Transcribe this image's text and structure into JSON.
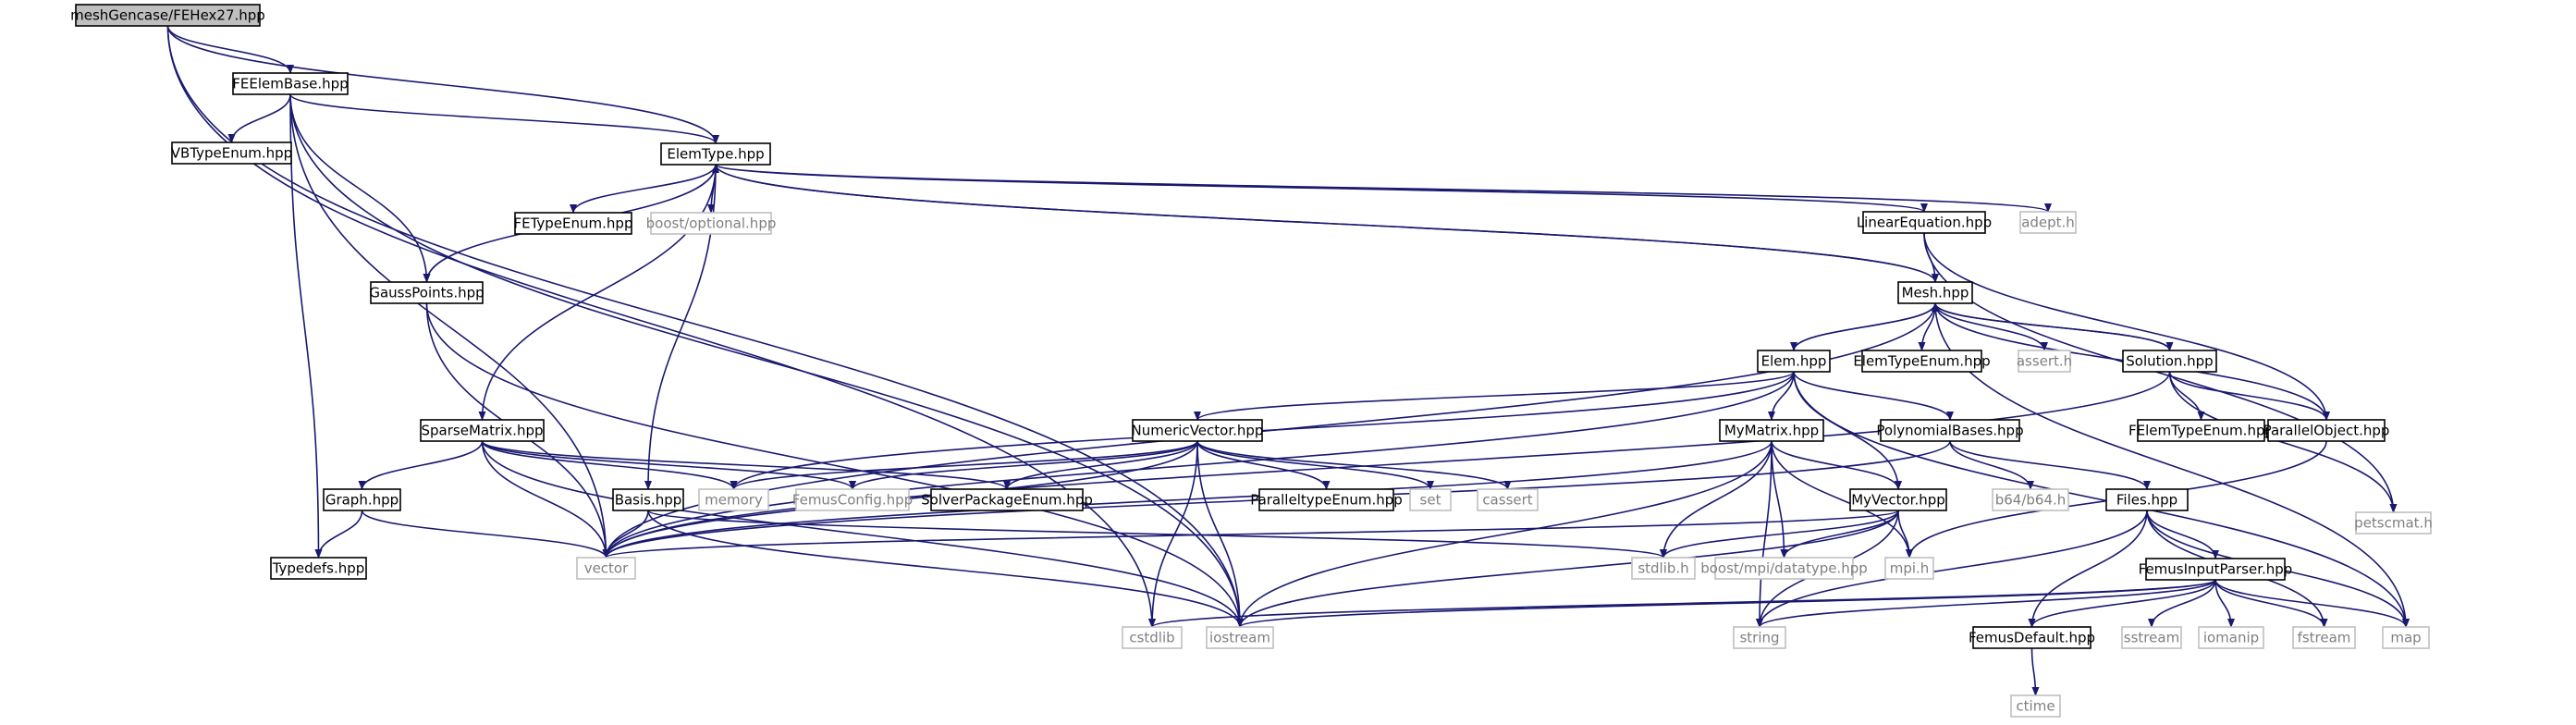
{
  "diagram": {
    "colors": {
      "edge": "#191970",
      "root_fill": "#bfbfbf",
      "box_stroke": "#000000",
      "external_stroke": "#bfbfbf",
      "external_text": "#808080"
    },
    "nodes": [
      {
        "id": "n_root",
        "label": "meshGencase/FEHex27.hpp",
        "kind": "root"
      },
      {
        "id": "n_feelembase",
        "label": "FEElemBase.hpp",
        "kind": "file"
      },
      {
        "id": "n_vbtype",
        "label": "VBTypeEnum.hpp",
        "kind": "file"
      },
      {
        "id": "n_elemtype",
        "label": "ElemType.hpp",
        "kind": "file"
      },
      {
        "id": "n_fetypeenum",
        "label": "FETypeEnum.hpp",
        "kind": "file"
      },
      {
        "id": "n_boostopt",
        "label": "boost/optional.hpp",
        "kind": "external"
      },
      {
        "id": "n_lineareq",
        "label": "LinearEquation.hpp",
        "kind": "file"
      },
      {
        "id": "n_adepth",
        "label": "adept.h",
        "kind": "external"
      },
      {
        "id": "n_gausspts",
        "label": "GaussPoints.hpp",
        "kind": "file"
      },
      {
        "id": "n_mesh",
        "label": "Mesh.hpp",
        "kind": "file"
      },
      {
        "id": "n_elem",
        "label": "Elem.hpp",
        "kind": "file"
      },
      {
        "id": "n_elemtypeenum",
        "label": "ElemTypeEnum.hpp",
        "kind": "file"
      },
      {
        "id": "n_asserth",
        "label": "assert.h",
        "kind": "external"
      },
      {
        "id": "n_solution",
        "label": "Solution.hpp",
        "kind": "file"
      },
      {
        "id": "n_petscmat",
        "label": "petscmat.h",
        "kind": "external"
      },
      {
        "id": "n_sparsematrix",
        "label": "SparseMatrix.hpp",
        "kind": "file"
      },
      {
        "id": "n_numvec",
        "label": "NumericVector.hpp",
        "kind": "file"
      },
      {
        "id": "n_mymatrix",
        "label": "MyMatrix.hpp",
        "kind": "file"
      },
      {
        "id": "n_polybases",
        "label": "PolynomialBases.hpp",
        "kind": "file"
      },
      {
        "id": "n_felemtypeenum",
        "label": "FElemTypeEnum.hpp",
        "kind": "file"
      },
      {
        "id": "n_parobj",
        "label": "ParallelObject.hpp",
        "kind": "file"
      },
      {
        "id": "n_graph",
        "label": "Graph.hpp",
        "kind": "file"
      },
      {
        "id": "n_memory",
        "label": "memory",
        "kind": "external"
      },
      {
        "id": "n_femusconfig",
        "label": "FemusConfig.hpp",
        "kind": "external"
      },
      {
        "id": "n_solverpkg",
        "label": "SolverPackageEnum.hpp",
        "kind": "file"
      },
      {
        "id": "n_partype",
        "label": "ParalleltypeEnum.hpp",
        "kind": "file"
      },
      {
        "id": "n_set",
        "label": "set",
        "kind": "external"
      },
      {
        "id": "n_cassert",
        "label": "cassert",
        "kind": "external"
      },
      {
        "id": "n_b64",
        "label": "b64/b64.h",
        "kind": "external"
      },
      {
        "id": "n_basis",
        "label": "Basis.hpp",
        "kind": "file"
      },
      {
        "id": "n_myvector",
        "label": "MyVector.hpp",
        "kind": "file"
      },
      {
        "id": "n_files",
        "label": "Files.hpp",
        "kind": "file"
      },
      {
        "id": "n_typedefs",
        "label": "Typedefs.hpp",
        "kind": "file"
      },
      {
        "id": "n_vector",
        "label": "vector",
        "kind": "external"
      },
      {
        "id": "n_stdlib",
        "label": "stdlib.h",
        "kind": "external"
      },
      {
        "id": "n_mpidt",
        "label": "boost/mpi/datatype.hpp",
        "kind": "external"
      },
      {
        "id": "n_mpih",
        "label": "mpi.h",
        "kind": "external"
      },
      {
        "id": "n_femusinput",
        "label": "FemusInputParser.hpp",
        "kind": "file"
      },
      {
        "id": "n_cstdlib",
        "label": "cstdlib",
        "kind": "external"
      },
      {
        "id": "n_iostream",
        "label": "iostream",
        "kind": "external"
      },
      {
        "id": "n_string",
        "label": "string",
        "kind": "external"
      },
      {
        "id": "n_femusdefault",
        "label": "FemusDefault.hpp",
        "kind": "file"
      },
      {
        "id": "n_sstream",
        "label": "sstream",
        "kind": "external"
      },
      {
        "id": "n_iomanip",
        "label": "iomanip",
        "kind": "external"
      },
      {
        "id": "n_fstream",
        "label": "fstream",
        "kind": "external"
      },
      {
        "id": "n_map",
        "label": "map",
        "kind": "external"
      },
      {
        "id": "n_ctime",
        "label": "ctime",
        "kind": "external"
      }
    ],
    "edges": [
      [
        "n_root",
        "n_feelembase"
      ],
      [
        "n_root",
        "n_elemtype"
      ],
      [
        "n_root",
        "n_iostream"
      ],
      [
        "n_root",
        "n_cstdlib"
      ],
      [
        "n_feelembase",
        "n_vbtype"
      ],
      [
        "n_feelembase",
        "n_elemtype"
      ],
      [
        "n_feelembase",
        "n_gausspts"
      ],
      [
        "n_feelembase",
        "n_typedefs"
      ],
      [
        "n_feelembase",
        "n_vector"
      ],
      [
        "n_feelembase",
        "n_iostream"
      ],
      [
        "n_elemtype",
        "n_fetypeenum"
      ],
      [
        "n_elemtype",
        "n_boostopt"
      ],
      [
        "n_elemtype",
        "n_lineareq"
      ],
      [
        "n_elemtype",
        "n_adepth"
      ],
      [
        "n_elemtype",
        "n_mesh"
      ],
      [
        "n_elemtype",
        "n_gausspts"
      ],
      [
        "n_elemtype",
        "n_sparsematrix"
      ],
      [
        "n_elemtype",
        "n_basis"
      ],
      [
        "n_lineareq",
        "n_mesh"
      ],
      [
        "n_lineareq",
        "n_parobj"
      ],
      [
        "n_lineareq",
        "n_petscmat"
      ],
      [
        "n_gausspts",
        "n_vector"
      ],
      [
        "n_gausspts",
        "n_iostream"
      ],
      [
        "n_mesh",
        "n_elemtype"
      ],
      [
        "n_mesh",
        "n_elem"
      ],
      [
        "n_mesh",
        "n_elemtypeenum"
      ],
      [
        "n_mesh",
        "n_asserth"
      ],
      [
        "n_mesh",
        "n_solution"
      ],
      [
        "n_mesh",
        "n_parobj"
      ],
      [
        "n_mesh",
        "n_vector"
      ],
      [
        "n_mesh",
        "n_map"
      ],
      [
        "n_elem",
        "n_mesh"
      ],
      [
        "n_elem",
        "n_numvec"
      ],
      [
        "n_elem",
        "n_mymatrix"
      ],
      [
        "n_elem",
        "n_polybases"
      ],
      [
        "n_elem",
        "n_myvector"
      ],
      [
        "n_elem",
        "n_memory"
      ],
      [
        "n_elem",
        "n_vector"
      ],
      [
        "n_elem",
        "n_map"
      ],
      [
        "n_solution",
        "n_mesh"
      ],
      [
        "n_solution",
        "n_felemtypeenum"
      ],
      [
        "n_solution",
        "n_parobj"
      ],
      [
        "n_solution",
        "n_petscmat"
      ],
      [
        "n_solution",
        "n_vector"
      ],
      [
        "n_sparsematrix",
        "n_graph"
      ],
      [
        "n_sparsematrix",
        "n_memory"
      ],
      [
        "n_sparsematrix",
        "n_femusconfig"
      ],
      [
        "n_sparsematrix",
        "n_solverpkg"
      ],
      [
        "n_sparsematrix",
        "n_vector"
      ],
      [
        "n_sparsematrix",
        "n_iostream"
      ],
      [
        "n_numvec",
        "n_memory"
      ],
      [
        "n_numvec",
        "n_femusconfig"
      ],
      [
        "n_numvec",
        "n_solverpkg"
      ],
      [
        "n_numvec",
        "n_partype"
      ],
      [
        "n_numvec",
        "n_set"
      ],
      [
        "n_numvec",
        "n_cassert"
      ],
      [
        "n_numvec",
        "n_vector"
      ],
      [
        "n_numvec",
        "n_cstdlib"
      ],
      [
        "n_numvec",
        "n_iostream"
      ],
      [
        "n_mymatrix",
        "n_myvector"
      ],
      [
        "n_mymatrix",
        "n_vector"
      ],
      [
        "n_mymatrix",
        "n_stdlib"
      ],
      [
        "n_mymatrix",
        "n_mpidt"
      ],
      [
        "n_mymatrix",
        "n_mpih"
      ],
      [
        "n_mymatrix",
        "n_iostream"
      ],
      [
        "n_mymatrix",
        "n_string"
      ],
      [
        "n_polybases",
        "n_b64"
      ],
      [
        "n_polybases",
        "n_files"
      ],
      [
        "n_polybases",
        "n_vector"
      ],
      [
        "n_graph",
        "n_typedefs"
      ],
      [
        "n_graph",
        "n_vector"
      ],
      [
        "n_basis",
        "n_vector"
      ],
      [
        "n_basis",
        "n_stdlib"
      ],
      [
        "n_basis",
        "n_iostream"
      ],
      [
        "n_myvector",
        "n_vector"
      ],
      [
        "n_myvector",
        "n_stdlib"
      ],
      [
        "n_myvector",
        "n_mpidt"
      ],
      [
        "n_myvector",
        "n_mpih"
      ],
      [
        "n_myvector",
        "n_iostream"
      ],
      [
        "n_myvector",
        "n_string"
      ],
      [
        "n_files",
        "n_femusinput"
      ],
      [
        "n_files",
        "n_femusdefault"
      ],
      [
        "n_files",
        "n_fstream"
      ],
      [
        "n_files",
        "n_map"
      ],
      [
        "n_files",
        "n_string"
      ],
      [
        "n_femusinput",
        "n_femusdefault"
      ],
      [
        "n_femusinput",
        "n_sstream"
      ],
      [
        "n_femusinput",
        "n_iomanip"
      ],
      [
        "n_femusinput",
        "n_fstream"
      ],
      [
        "n_femusinput",
        "n_map"
      ],
      [
        "n_femusinput",
        "n_string"
      ],
      [
        "n_femusinput",
        "n_iostream"
      ],
      [
        "n_femusinput",
        "n_cstdlib"
      ],
      [
        "n_femusdefault",
        "n_ctime"
      ],
      [
        "n_parobj",
        "n_mpih"
      ]
    ]
  }
}
